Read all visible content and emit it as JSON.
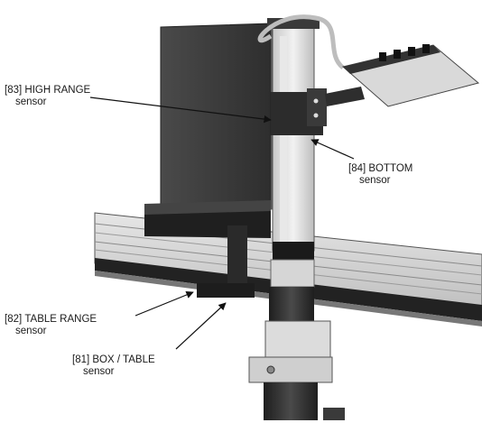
{
  "callouts": {
    "high_range": {
      "code": "[83]",
      "title": "HIGH RANGE",
      "sub": "sensor"
    },
    "bottom": {
      "code": "[84]",
      "title": "BOTTOM",
      "sub": "sensor"
    },
    "table_range": {
      "code": "[82]",
      "title": "TABLE RANGE",
      "sub": "sensor"
    },
    "box_table": {
      "code": "[81]",
      "title": "BOX / TABLE",
      "sub": "sensor"
    }
  },
  "colors": {
    "box": "#3b3b3b",
    "box_side": "#5a5a5a",
    "rail": "#cfcfcf",
    "rail_dark": "#2a2a2a",
    "column": "#dcdcdc",
    "motor": "#2b2b2b",
    "label": "#1a1a1a"
  }
}
